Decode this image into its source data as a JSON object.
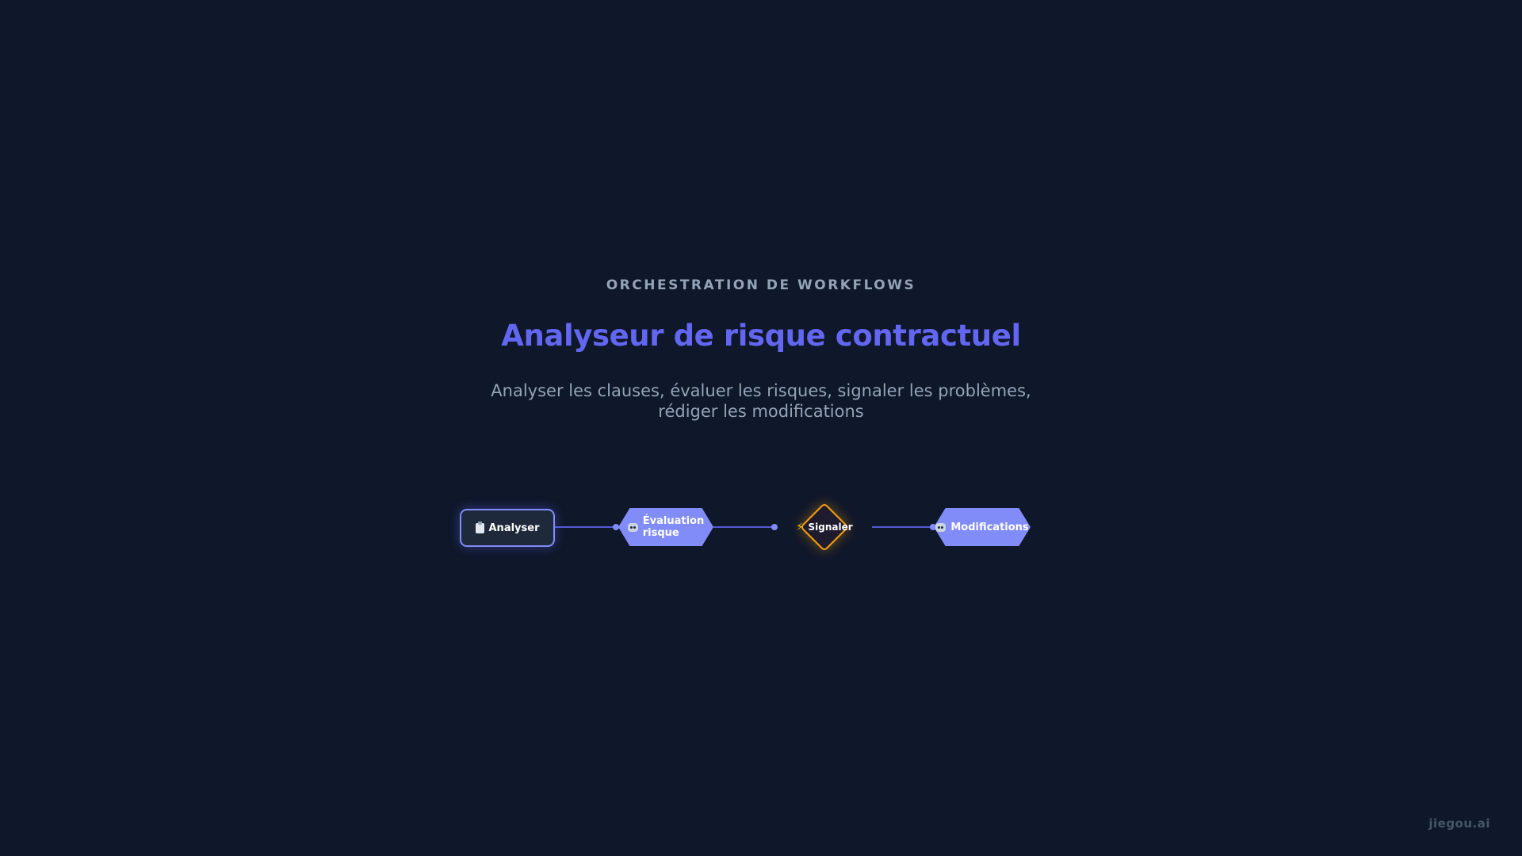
{
  "header": {
    "eyebrow": "ORCHESTRATION DE WORKFLOWS",
    "title": "Analyseur de risque contractuel",
    "subtitle_line1": "Analyser les clauses, évaluer les risques, signaler les problèmes,",
    "subtitle_line2": "rédiger les modifications"
  },
  "workflow": {
    "nodes": [
      {
        "label": "Analyser",
        "shape": "rounded-rectangle",
        "icon": "clipboard-icon"
      },
      {
        "label_line1": "Évaluation",
        "label_line2": "risque",
        "shape": "hexagon",
        "icon": "robot-icon"
      },
      {
        "label": "Signaler",
        "shape": "diamond",
        "icon": "lightning-icon"
      },
      {
        "label": "Modifications",
        "shape": "hexagon",
        "icon": "robot-icon"
      }
    ],
    "colors": {
      "background": "#0f172a",
      "accent": "#6366f1",
      "node_fill": "#818cf8",
      "decision_border": "#f59e0b"
    }
  },
  "icons": {
    "bolt": "⚡"
  },
  "footer": {
    "brand": "jiegou.ai"
  }
}
